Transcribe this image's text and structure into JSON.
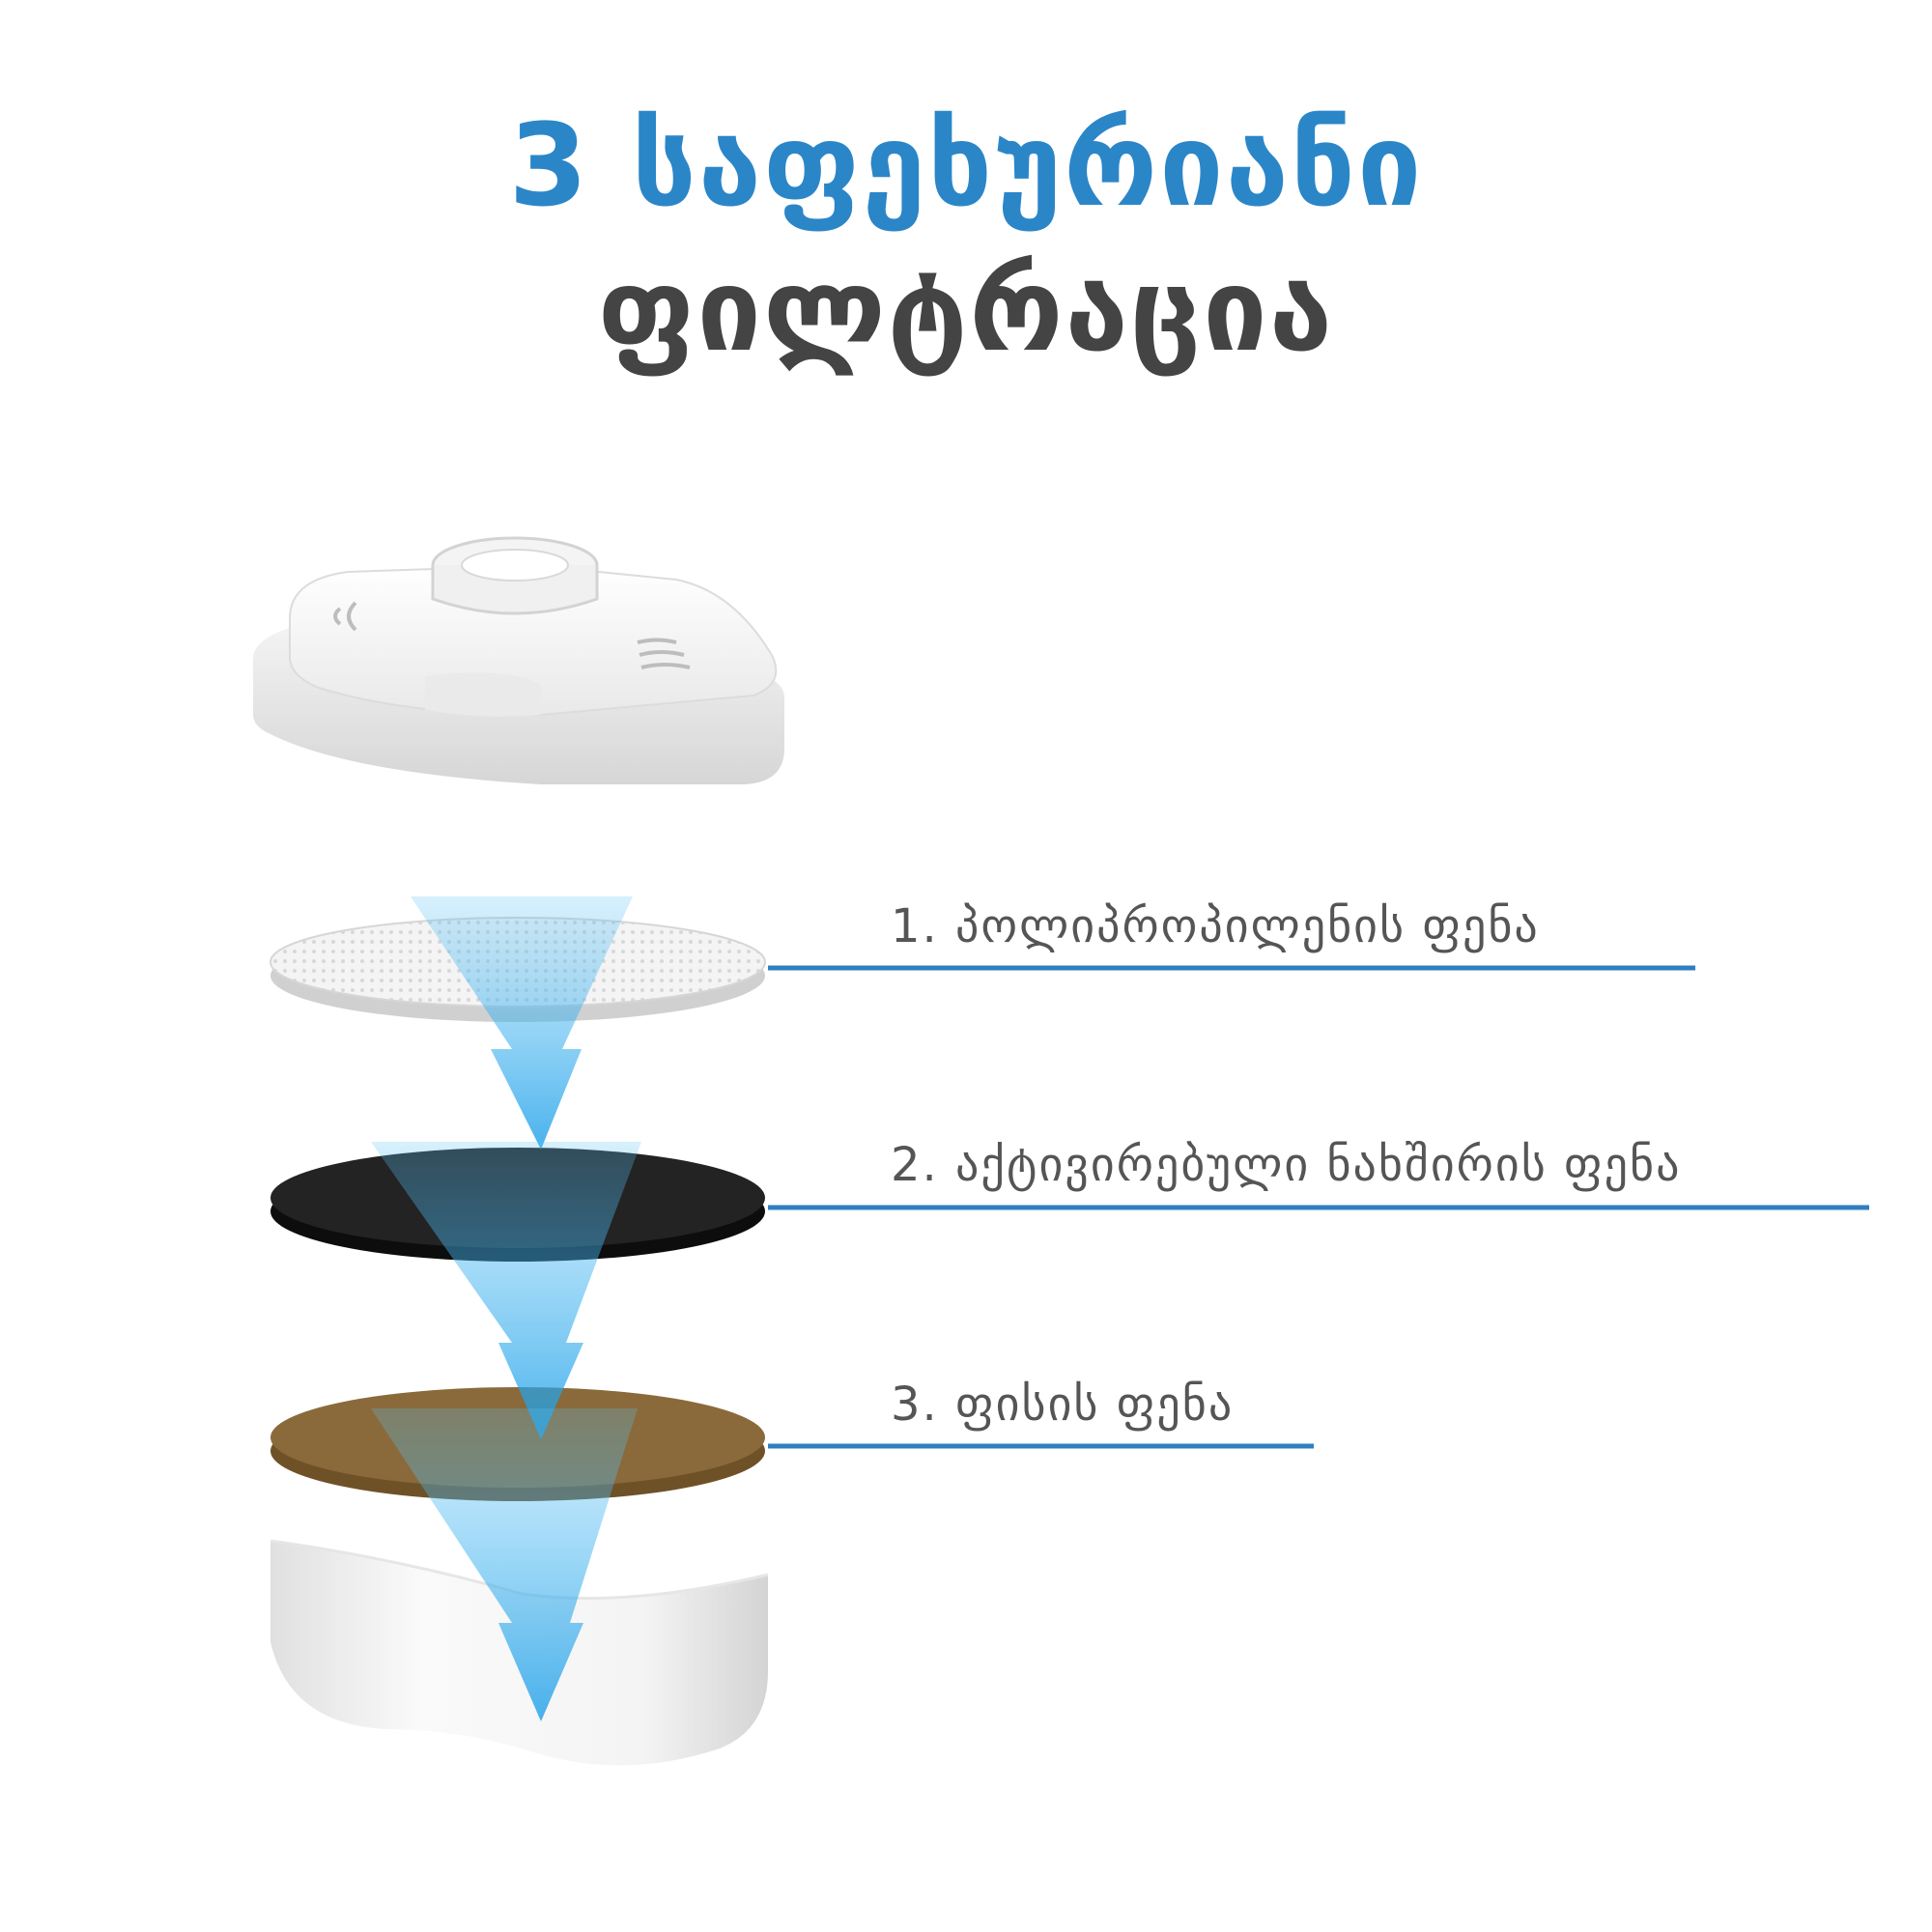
{
  "title": {
    "line1": "3 საფეხურიანი",
    "line2": "ფილტრაცია"
  },
  "layers": [
    {
      "label": "1. პოლიპროპილენის ფენა",
      "color": "#eeeeee"
    },
    {
      "label": "2. აქტივირებული ნახშირის ფენა",
      "color": "#1f1f1f"
    },
    {
      "label": "3. ფისის ფენა",
      "color": "#8a6a3a"
    }
  ],
  "colors": {
    "title_accent": "#2b86c8",
    "title_dark": "#444444",
    "leader_line": "#2f7fc0",
    "flow_arrow": "#29aaf0"
  }
}
